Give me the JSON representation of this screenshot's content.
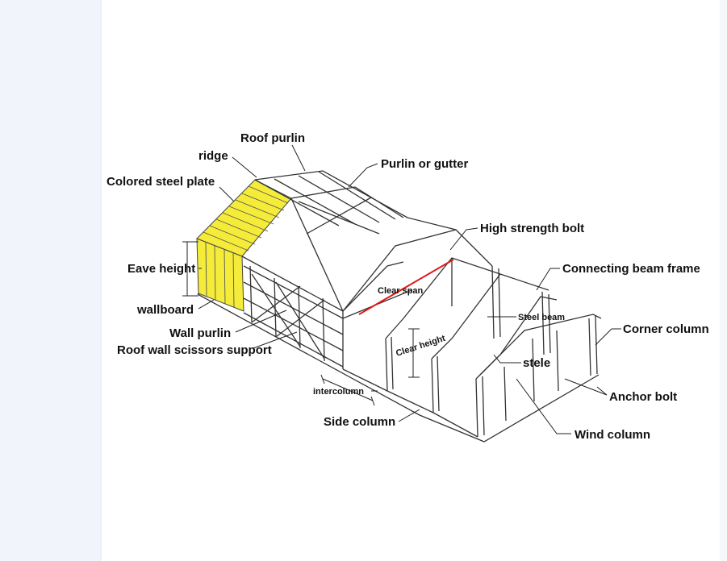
{
  "labels": {
    "roof_purlin": "Roof purlin",
    "ridge": "ridge",
    "colored_steel_plate": "Colored steel plate",
    "purlin_or_gutter": "Purlin or gutter",
    "high_strength_bolt": "High strength bolt",
    "eave_height": "Eave height",
    "connecting_beam_frame": "Connecting beam frame",
    "clear_span": "Clear span",
    "wallboard": "wallboard",
    "steel_beam": "Steel beam",
    "corner_column": "Corner column",
    "wall_purlin": "Wall purlin",
    "roof_wall_scissors_support": "Roof wall scissors support",
    "clear_height": "Clear height",
    "stele": "stele",
    "intercolumn": "intercolumn",
    "anchor_bolt": "Anchor bolt",
    "side_column": "Side column",
    "wind_column": "Wind column"
  },
  "colors": {
    "background": "#f1f4fb",
    "panel": "#ffffff",
    "cladding": "#f5ec3a",
    "clear_span_line": "#e01818"
  }
}
